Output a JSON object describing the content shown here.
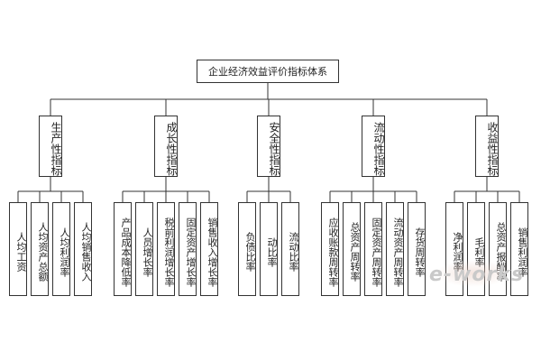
{
  "diagram": {
    "title": "企业经济效益评价指标体系",
    "categories": [
      {
        "label": "生产性指标",
        "items": [
          "人均工资",
          "人均资产总额",
          "人均利润率",
          "人均销售收入"
        ]
      },
      {
        "label": "成长性指标",
        "items": [
          "产品成本降低率",
          "人员增长率",
          "税前利润增长率",
          "固定资产增长率",
          "销售收入增长率"
        ]
      },
      {
        "label": "安全性指标",
        "items": [
          "负债比率",
          "动比率",
          "流动比率"
        ]
      },
      {
        "label": "流动性指标",
        "items": [
          "应收账款周转率",
          "总资产周转率",
          "固定资产周转率",
          "流动资产周转率",
          "存货周转率"
        ]
      },
      {
        "label": "收益性指标",
        "items": [
          "净利润率",
          "毛利率",
          "总资产报酬率",
          "销售利润率"
        ]
      }
    ],
    "watermark": "e-works"
  }
}
